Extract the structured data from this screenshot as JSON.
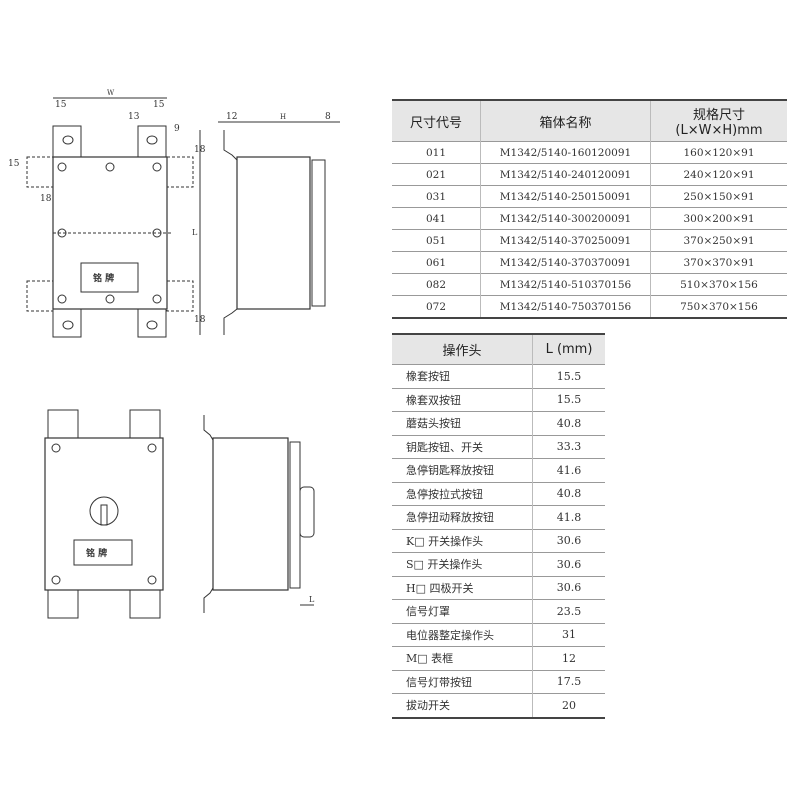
{
  "drawing": {
    "top_view": {
      "W": "W",
      "d15a": "15",
      "d15b": "15",
      "d13": "13",
      "d9": "9",
      "d18a": "18",
      "d18b": "18",
      "d15c": "15",
      "d18c": "18",
      "L": "L",
      "nameplate": "铭 牌"
    },
    "side_view": {
      "d12": "12",
      "H": "H",
      "d8": "8"
    },
    "bottom_view": {
      "nameplate": "铭 牌"
    },
    "bottom_side": {
      "L": "L"
    }
  },
  "spec_table": {
    "headers": [
      "尺寸代号",
      "箱体名称",
      "规格尺寸(L×W×H)mm"
    ],
    "rows": [
      [
        "011",
        "M1342/5140-160120091",
        "160×120×91"
      ],
      [
        "021",
        "M1342/5140-240120091",
        "240×120×91"
      ],
      [
        "031",
        "M1342/5140-250150091",
        "250×150×91"
      ],
      [
        "041",
        "M1342/5140-300200091",
        "300×200×91"
      ],
      [
        "051",
        "M1342/5140-370250091",
        "370×250×91"
      ],
      [
        "061",
        "M1342/5140-370370091",
        "370×370×91"
      ],
      [
        "082",
        "M1342/5140-510370156",
        "510×370×156"
      ],
      [
        "072",
        "M1342/5140-750370156",
        "750×370×156"
      ]
    ]
  },
  "ops_table": {
    "headers": [
      "操作头",
      "L (mm)"
    ],
    "rows": [
      [
        "橡套按钮",
        "15.5"
      ],
      [
        "橡套双按钮",
        "15.5"
      ],
      [
        "蘑菇头按钮",
        "40.8"
      ],
      [
        "钥匙按钮、开关",
        "33.3"
      ],
      [
        "急停钥匙释放按钮",
        "41.6"
      ],
      [
        "急停按拉式按钮",
        "40.8"
      ],
      [
        "急停扭动释放按钮",
        "41.8"
      ],
      [
        "K□ 开关操作头",
        "30.6"
      ],
      [
        "S□ 开关操作头",
        "30.6"
      ],
      [
        "H□ 四极开关",
        "30.6"
      ],
      [
        "信号灯罩",
        "23.5"
      ],
      [
        "电位器整定操作头",
        "31"
      ],
      [
        "M□ 表框",
        "12"
      ],
      [
        "信号灯带按钮",
        "17.5"
      ],
      [
        "拔动开关",
        "20"
      ]
    ]
  }
}
